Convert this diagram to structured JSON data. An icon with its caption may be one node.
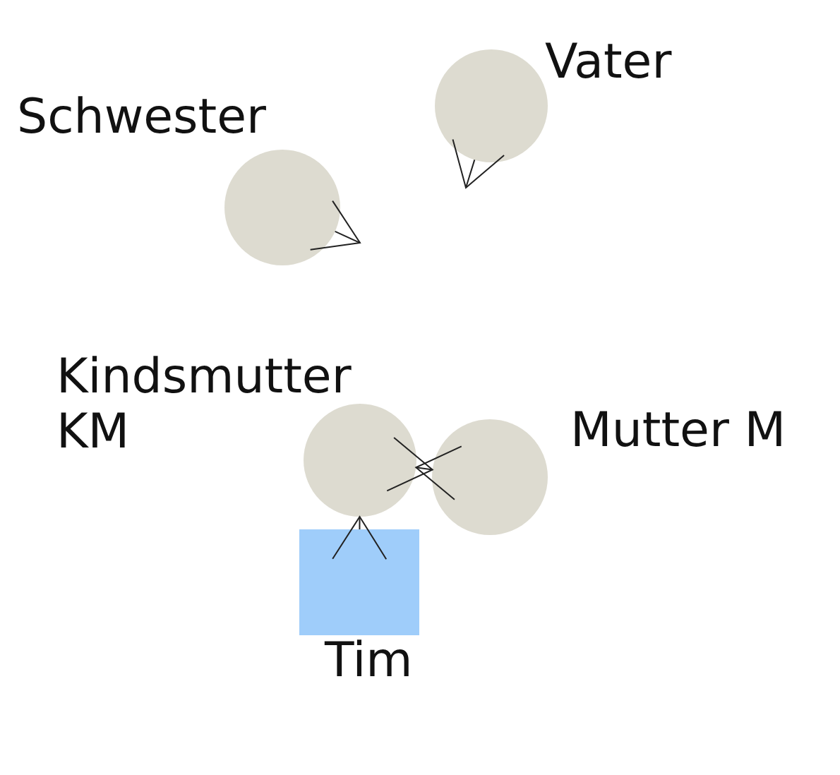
{
  "diagram": {
    "nodes": [
      {
        "text": [
          "Schwester"
        ]
      },
      {
        "text": [
          "Vater"
        ]
      },
      {
        "text": [
          "Kindsmutter KM"
        ]
      },
      {
        "text": [
          "Mutter M"
        ]
      },
      {
        "text": [
          "Tim"
        ]
      }
    ],
    "edges": [
      {
        "from": 0,
        "to": null,
        "arrow": "to"
      },
      {
        "from": 1,
        "to": null,
        "arrow": "to"
      },
      {
        "from": 2,
        "to": 3,
        "arrow": "both"
      },
      {
        "from": 4,
        "to": 2,
        "arrow": "to"
      }
    ]
  }
}
